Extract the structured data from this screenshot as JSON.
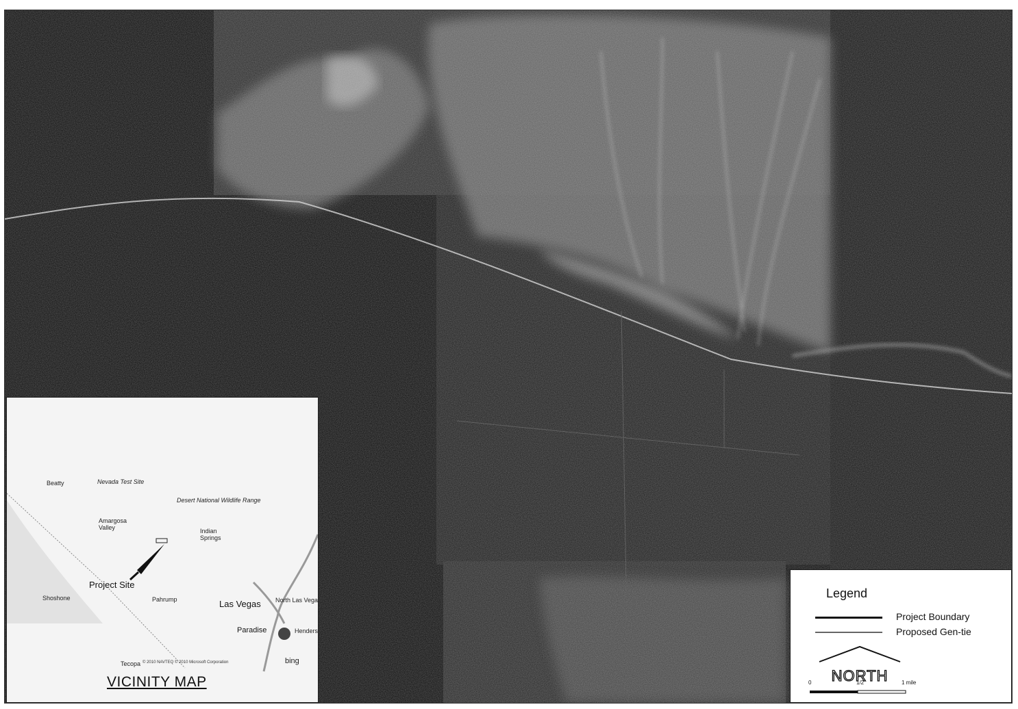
{
  "vicinity_map": {
    "title": "VICINITY MAP",
    "project_site_label": "Project Site",
    "credit": "© 2010 NAVTEQ © 2010 Microsoft Corporation",
    "bing_label": "bing",
    "places": [
      {
        "name": "Beatty"
      },
      {
        "name": "Nevada Test Site"
      },
      {
        "name": "Desert National Wildlife Range"
      },
      {
        "name": "Amargosa Valley"
      },
      {
        "name": "Indian Springs"
      },
      {
        "name": "Pahrump"
      },
      {
        "name": "Las Vegas"
      },
      {
        "name": "North Las Vegas"
      },
      {
        "name": "Paradise"
      },
      {
        "name": "Henderson"
      },
      {
        "name": "Tecopa"
      },
      {
        "name": "Shoshone"
      }
    ]
  },
  "legend": {
    "title": "Legend",
    "items": [
      {
        "label": "Project Boundary",
        "color": "#111111"
      },
      {
        "label": "Proposed Gen-tie",
        "color": "#555555"
      }
    ],
    "north_label": "NORTH",
    "scale": {
      "labels": [
        "0",
        "1/2",
        "1 mile"
      ]
    }
  },
  "colors": {
    "imagery_dark": "#0b0b0b",
    "imagery_light": "#d8d8d8",
    "inset_bg": "#f4f4f4"
  }
}
